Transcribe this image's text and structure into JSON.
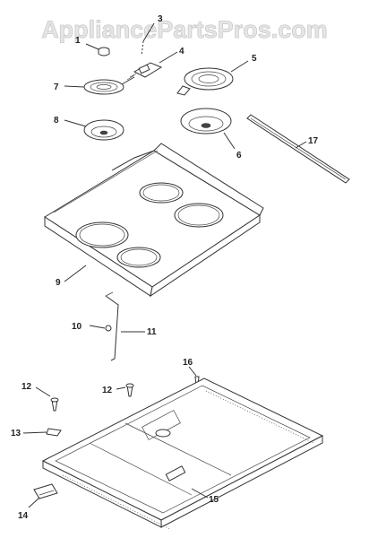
{
  "watermark": "AppliancePartsPros.com",
  "callouts": {
    "p1": "1",
    "p3": "3",
    "p4": "4",
    "p5": "5",
    "p6": "6",
    "p7": "7",
    "p8": "8",
    "p9": "9",
    "p10": "10",
    "p11": "11",
    "p12a": "12",
    "p12b": "12",
    "p13": "13",
    "p14": "14",
    "p15": "15",
    "p16": "16",
    "p17": "17"
  }
}
